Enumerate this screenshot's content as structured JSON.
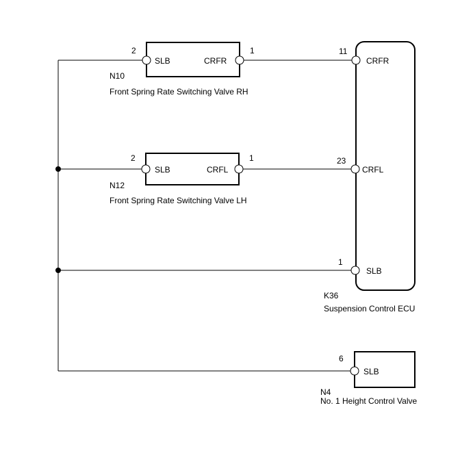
{
  "components": {
    "n10": {
      "code": "N10",
      "name": "Front Spring Rate Switching Valve RH",
      "pin_left_number": "2",
      "pin_left_name": "SLB",
      "pin_right_number": "1",
      "pin_right_name": "CRFR"
    },
    "n12": {
      "code": "N12",
      "name": "Front Spring Rate Switching Valve LH",
      "pin_left_number": "2",
      "pin_left_name": "SLB",
      "pin_right_number": "1",
      "pin_right_name": "CRFL"
    },
    "k36": {
      "code": "K36",
      "name": "Suspension Control ECU",
      "pin_crfr_number": "11",
      "pin_crfr_name": "CRFR",
      "pin_crfl_number": "23",
      "pin_crfl_name": "CRFL",
      "pin_slb_number": "1",
      "pin_slb_name": "SLB"
    },
    "n4": {
      "code": "N4",
      "name": "No. 1 Height Control Valve",
      "pin_number": "6",
      "pin_name": "SLB"
    }
  }
}
